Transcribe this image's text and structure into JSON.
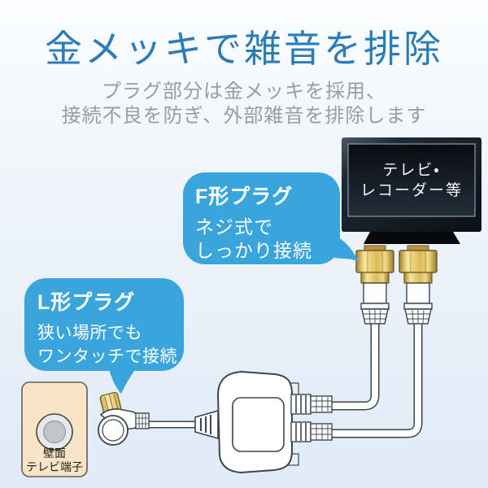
{
  "title": "金メッキで雑音を排除",
  "subtitle": {
    "line1": "プラグ部分は金メッキを採用、",
    "line2": "接続不良を防ぎ、外部雑音を排除します"
  },
  "tv": {
    "label_line1": "テレビ・",
    "label_line2": "レコーダー等"
  },
  "callouts": {
    "f_plug": {
      "heading": "F形プラグ",
      "line1": "ネジ式で",
      "line2": "しっかり接続"
    },
    "l_plug": {
      "heading": "L形プラグ",
      "line1": "狭い場所でも",
      "line2": "ワンタッチで接続"
    }
  },
  "wall_outlet": {
    "label_line1": "壁面",
    "label_line2": "テレビ端子"
  },
  "colors": {
    "title_blue": "#2b7db9",
    "subtitle_gray": "#9a9c9f",
    "bubble_blue": "#3aa4dc",
    "gold": "#e9c96e",
    "outlet_beige": "#f8e4c6",
    "tv_frame": "#141b23",
    "line": "#3a4550"
  }
}
